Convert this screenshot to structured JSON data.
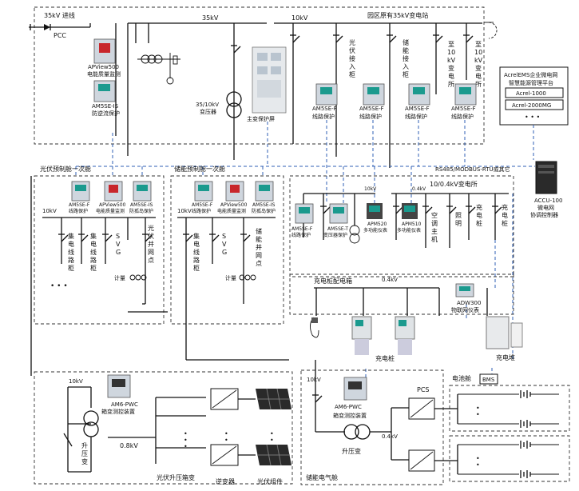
{
  "top": {
    "incoming": "35kV 进线",
    "pcc": "PCC",
    "bus35": "35kV",
    "bus10": "10kV",
    "substation": "园区原有35kV变电站"
  },
  "labels": {
    "apview_top_1": "APView500",
    "apview_top_2": "电能质量监测",
    "am5se_is_top_1": "AM5SE-IS",
    "am5se_is_top_2": "防逆流保护",
    "transformer_1": "35/10kV",
    "transformer_2": "变压器",
    "main_protect": "主变保护屏",
    "pv_cab": "光伏接入柜",
    "es_cab": "储能接入柜",
    "sub1": "至10kV变电所",
    "sub2": "至10kV变电所",
    "line_prot_1": "AM5SE-F",
    "line_prot_2": "线路保护"
  },
  "platform": {
    "title_1": "AcrelEMS企业微电网",
    "title_2": "智慧能源管理平台",
    "item1": "Acrel-1000",
    "item2": "Acrel-2000MG",
    "dots": "• • •"
  },
  "comm": {
    "label": "RS485/MODBUS-RTU或其它"
  },
  "accu": {
    "name_1": "ACCU-100",
    "name_2": "微电网",
    "name_3": "协调控制器"
  },
  "pv_panel": {
    "title": "光伏预制舱一次舱",
    "bus": "10kV",
    "dev1_1": "AM5SE-F",
    "dev1_2": "线路保护",
    "dev2_1": "APView500",
    "dev2_2": "电能质量监测",
    "dev3_1": "AM5SE-IS",
    "dev3_2": "防孤岛保护",
    "f1": "集电线路柜",
    "f2": "集电线路柜",
    "f3": "SVG",
    "f4": "光伏并网点",
    "dots": "• • •",
    "meter": "计量"
  },
  "es_panel": {
    "title": "储能预制舱一次舱",
    "bus": "10kV",
    "dev1_1": "AM5SE-F",
    "dev1_2": "线路保护",
    "dev2_1": "APView500",
    "dev2_2": "电能质量监测",
    "dev3_1": "AM5SE-IS",
    "dev3_2": "防孤岛保护",
    "f1": "集电线路柜",
    "f2": "SVG",
    "f3": "储能并网点",
    "meter": "计量"
  },
  "lv_sub": {
    "title": "10/0.4kV变电所",
    "bus10": "10kV",
    "bus04": "0.4kV",
    "dev1_1": "AM5SE-F",
    "dev1_2": "线路保护",
    "dev2_1": "AM5SE-T",
    "dev2_2": "变压器保护",
    "dev3_1": "APM520",
    "dev3_2": "多功能仪表",
    "dev4_1": "APM510",
    "dev4_2": "多功能仪表",
    "f1": "空调主机",
    "f2": "照明",
    "f3": "充电桩",
    "f4": "充电桩"
  },
  "charge": {
    "box": "充电桩配电箱",
    "bus": "0.4kV",
    "adw_1": "ADW300",
    "adw_2": "物联网仪表",
    "pile": "充电桩",
    "stack": "充电堆"
  },
  "pv_step": {
    "bus": "10kV",
    "dev_1": "AM6-PWC",
    "dev_2": "箱变测控装置",
    "trans": "升压变",
    "lv": "0.8kV",
    "inverter": "逆变器",
    "module": "光伏组件",
    "title": "光伏升压箱变"
  },
  "es_cabin": {
    "bus": "10kV",
    "dev_1": "AM6-PWC",
    "dev_2": "箱变测控装置",
    "trans": "升压变",
    "lv": "0.4kV",
    "pcs": "PCS",
    "title": "储能电气舱"
  },
  "battery": {
    "title": "电池舱",
    "bms": "BMS"
  }
}
